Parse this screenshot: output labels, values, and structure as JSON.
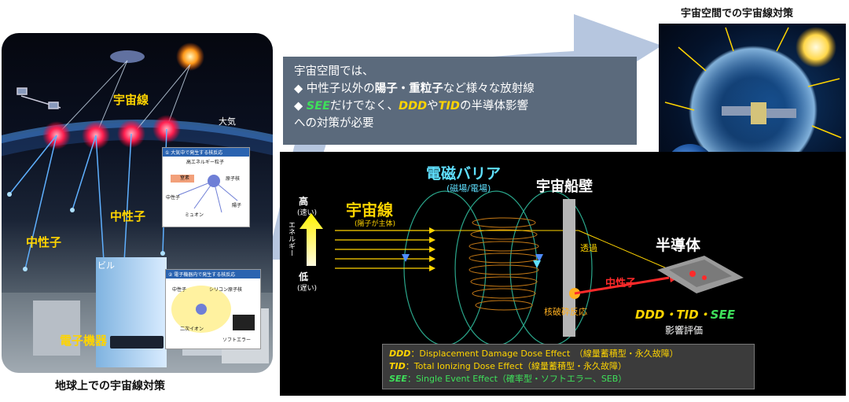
{
  "captions": {
    "earth": "地球上での宇宙線対策",
    "space": "宇宙空間での宇宙線対策"
  },
  "callout": {
    "line1": "宇宙空間では、",
    "line2_pre": "◆ 中性子以外の",
    "line2_bold": "陽子・重粒子",
    "line2_post": "など様々な放射線",
    "line3_bullet": "◆ ",
    "line3_see": "SEE",
    "line3_mid": "だけでなく、",
    "line3_ddd": "DDD",
    "line3_ya": "や",
    "line3_tid": "TID",
    "line3_post": "の半導体影響",
    "line4": "への対策が必要"
  },
  "earth_labels": {
    "cosmic": "宇宙線",
    "atmosphere": "大気",
    "neutron1": "中性子",
    "neutron2": "中性子",
    "building": "ビル",
    "device": "電子機器",
    "inset1_title": "① 大気中で発生する核反応",
    "inset1_a": "高エネルギー粒子",
    "inset1_b": "窒素",
    "inset1_c": "原子核",
    "inset1_d": "中性子",
    "inset1_e": "陽子",
    "inset1_f": "ミュオン",
    "inset2_title": "② 電子機器内で発生する核反応",
    "inset2_a": "中性子",
    "inset2_b": "シリコン原子核",
    "inset2_c": "二次イオン",
    "inset2_d": "ソフトエラー"
  },
  "diagram": {
    "barrier_title": "電磁バリア",
    "barrier_sub": "(磁場/電場)",
    "hull": "宇宙船壁",
    "cosmic": "宇宙線",
    "cosmic_sub": "(陽子が主体)",
    "energy_high": "高",
    "energy_high_sub": "(速い)",
    "energy_axis": "エネルギー",
    "energy_low": "低",
    "energy_low_sub": "(遅い)",
    "pass": "透過",
    "neutron": "中性子",
    "reaction": "核破砕反応",
    "semiconductor": "半導体",
    "eval_ddd": "DDD",
    "eval_dot1": "・",
    "eval_tid": "TID",
    "eval_dot2": "・",
    "eval_see": "SEE",
    "eval_label": "影響評価"
  },
  "legend": [
    {
      "abbr": "DDD",
      "text": "：Displacement Damage Dose Effect　（線量蓄積型・永久故障）",
      "color": "#ffd400"
    },
    {
      "abbr": "TID",
      "text": "：Total Ionizing Dose Effect（線量蓄積型・永久故障）",
      "color": "#ffd400"
    },
    {
      "abbr": "SEE",
      "text": "：Single Event Effect（確率型・ソフトエラー、SEB）",
      "color": "#3ee05a"
    }
  ],
  "colors": {
    "arrow": "#8ea6c9",
    "cyan": "#5fe0ff",
    "yellow": "#ffd400",
    "green": "#3ee05a",
    "red": "#ff2a2a"
  }
}
